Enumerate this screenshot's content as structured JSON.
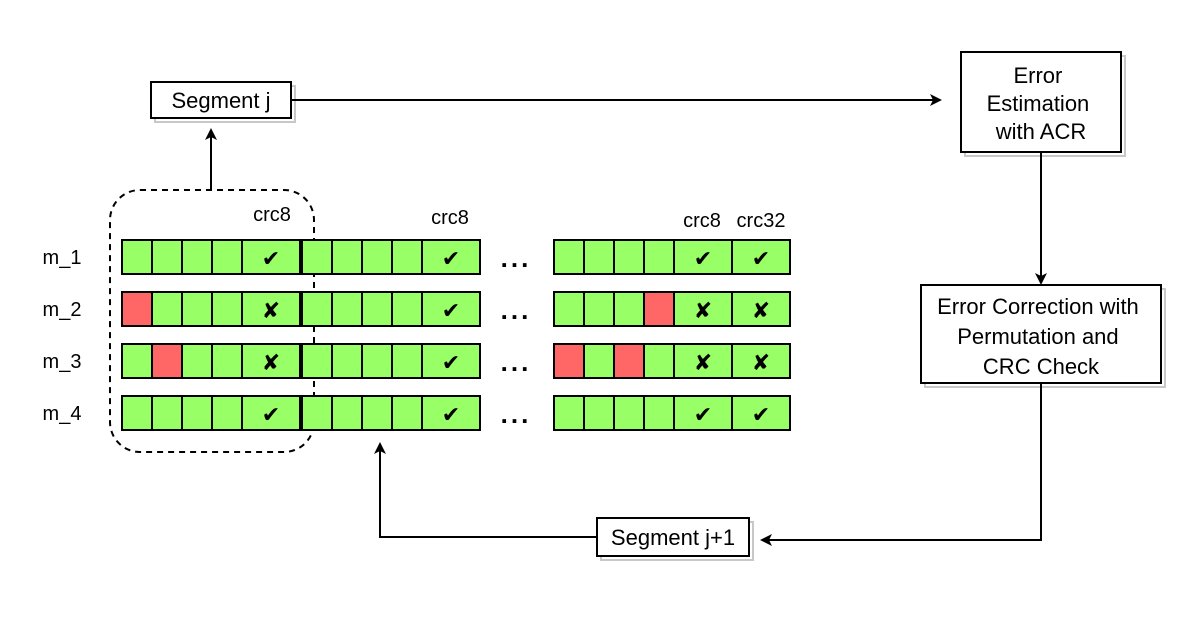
{
  "colors": {
    "ok": "#99ff66",
    "error": "#ff6666",
    "stroke": "#000000",
    "shadow": "#c8c8c8"
  },
  "boxes": {
    "segment_j": "Segment j",
    "error_estimation": [
      "Error",
      "Estimation",
      "with ACR"
    ],
    "error_correction": [
      "Error Correction with",
      "Permutation and",
      "CRC Check"
    ],
    "segment_j1": "Segment j+1"
  },
  "crc_labels": {
    "block1": "crc8",
    "block2": "crc8",
    "block3_a": "crc8",
    "block3_b": "crc32"
  },
  "ellipsis": "...",
  "marks": {
    "ok": "✔",
    "fail": "✘"
  },
  "rows": [
    {
      "label": "m_1",
      "block1": [
        "ok",
        "ok",
        "ok",
        "ok",
        "ok-check"
      ],
      "block2": [
        "ok",
        "ok",
        "ok",
        "ok",
        "ok-check"
      ],
      "block3": [
        "ok",
        "ok",
        "ok",
        "ok",
        "ok-check",
        "ok-check"
      ]
    },
    {
      "label": "m_2",
      "block1": [
        "err",
        "ok",
        "ok",
        "ok",
        "ok-cross"
      ],
      "block2": [
        "ok",
        "ok",
        "ok",
        "ok",
        "ok-check"
      ],
      "block3": [
        "ok",
        "ok",
        "ok",
        "err",
        "ok-cross",
        "ok-cross"
      ]
    },
    {
      "label": "m_3",
      "block1": [
        "ok",
        "err",
        "ok",
        "ok",
        "ok-cross"
      ],
      "block2": [
        "ok",
        "ok",
        "ok",
        "ok",
        "ok-check"
      ],
      "block3": [
        "err",
        "ok",
        "err",
        "ok",
        "ok-cross",
        "ok-cross"
      ]
    },
    {
      "label": "m_4",
      "block1": [
        "ok",
        "ok",
        "ok",
        "ok",
        "ok-check"
      ],
      "block2": [
        "ok",
        "ok",
        "ok",
        "ok",
        "ok-check"
      ],
      "block3": [
        "ok",
        "ok",
        "ok",
        "ok",
        "ok-check",
        "ok-check"
      ]
    }
  ]
}
